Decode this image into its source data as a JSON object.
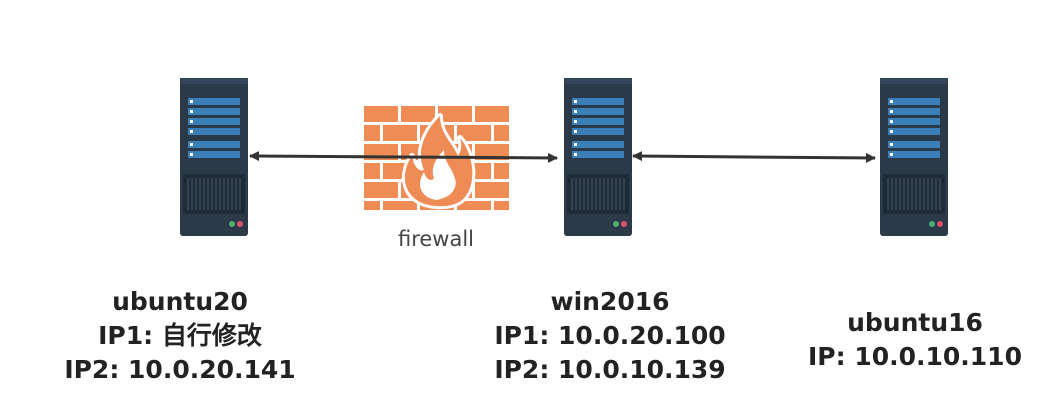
{
  "firewall": {
    "label": "firewall"
  },
  "nodes": {
    "ubuntu20": {
      "name": "ubuntu20",
      "line1": "IP1: 自行修改",
      "line2": "IP2: 10.0.20.141"
    },
    "win2016": {
      "name": "win2016",
      "line1": "IP1: 10.0.20.100",
      "line2": "IP2: 10.0.10.139"
    },
    "ubuntu16": {
      "name": "ubuntu16",
      "line1": "IP: 10.0.10.110"
    }
  },
  "colors": {
    "server_body": "#2b3a49",
    "server_bar": "#3a7fb8",
    "firewall_brick": "#ef8b54",
    "firewall_flame": "#f2a06e",
    "arrow": "#333333"
  },
  "icons": [
    "server-icon",
    "firewall-icon",
    "double-arrow"
  ]
}
